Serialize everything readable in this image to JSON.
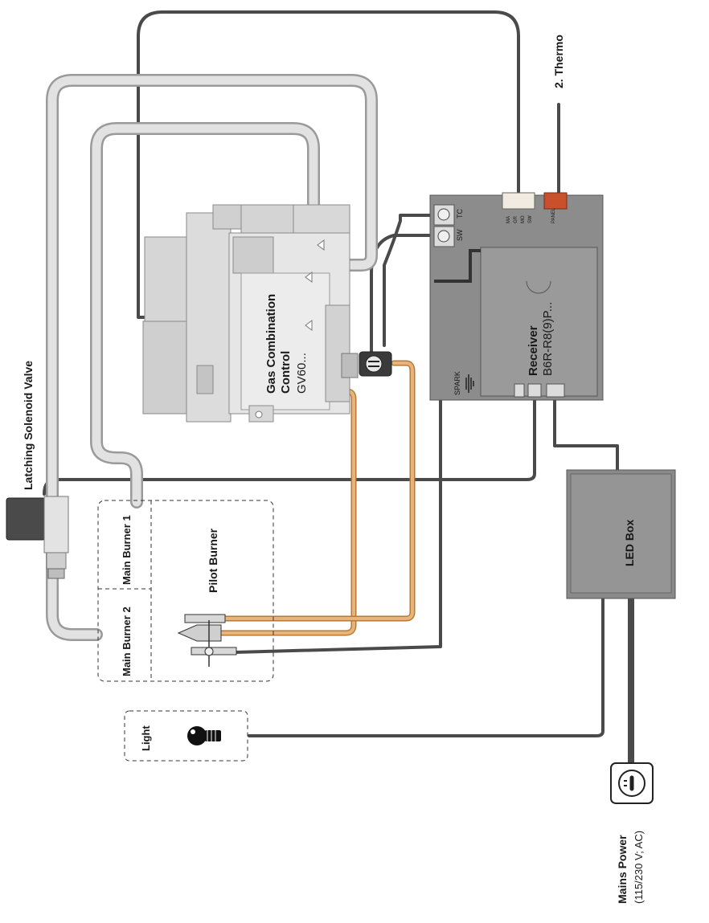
{
  "labels": {
    "gas_control_title": "Gas Combination",
    "gas_control_title2": "Control",
    "gas_control_model": "GV60...",
    "receiver_title": "Receiver",
    "receiver_model": "B6R-R8(9)P...",
    "thermo": "2. Thermo",
    "led_box": "LED Box",
    "latching_valve": "Latching Solenoid Valve",
    "main_burner_1": "Main Burner 1",
    "main_burner_2": "Main Burner 2",
    "pilot_burner": "Pilot Burner",
    "light": "Light",
    "mains_power": "Mains Power",
    "mains_power_spec": "(115/230 V; AC)",
    "term_tc": "TC",
    "term_sw": "SW",
    "term_spark": "SPARK",
    "conn_ma": "MA",
    "conn_gr": "GR",
    "conn_mo": "MO",
    "conn_sw": "SW",
    "conn_panel": "PANEL"
  },
  "colors": {
    "wire_dark": "#4a4a4a",
    "gas_tube": "#d4d4d4",
    "gas_tube_edge": "#9a9a9a",
    "thermocouple_tube": "#d9a060",
    "receiver_body": "#8c8c8c",
    "led_box_body": "#8a8a8a",
    "panel_connector": "#c8502a",
    "valve_body": "#e3e3e3"
  }
}
